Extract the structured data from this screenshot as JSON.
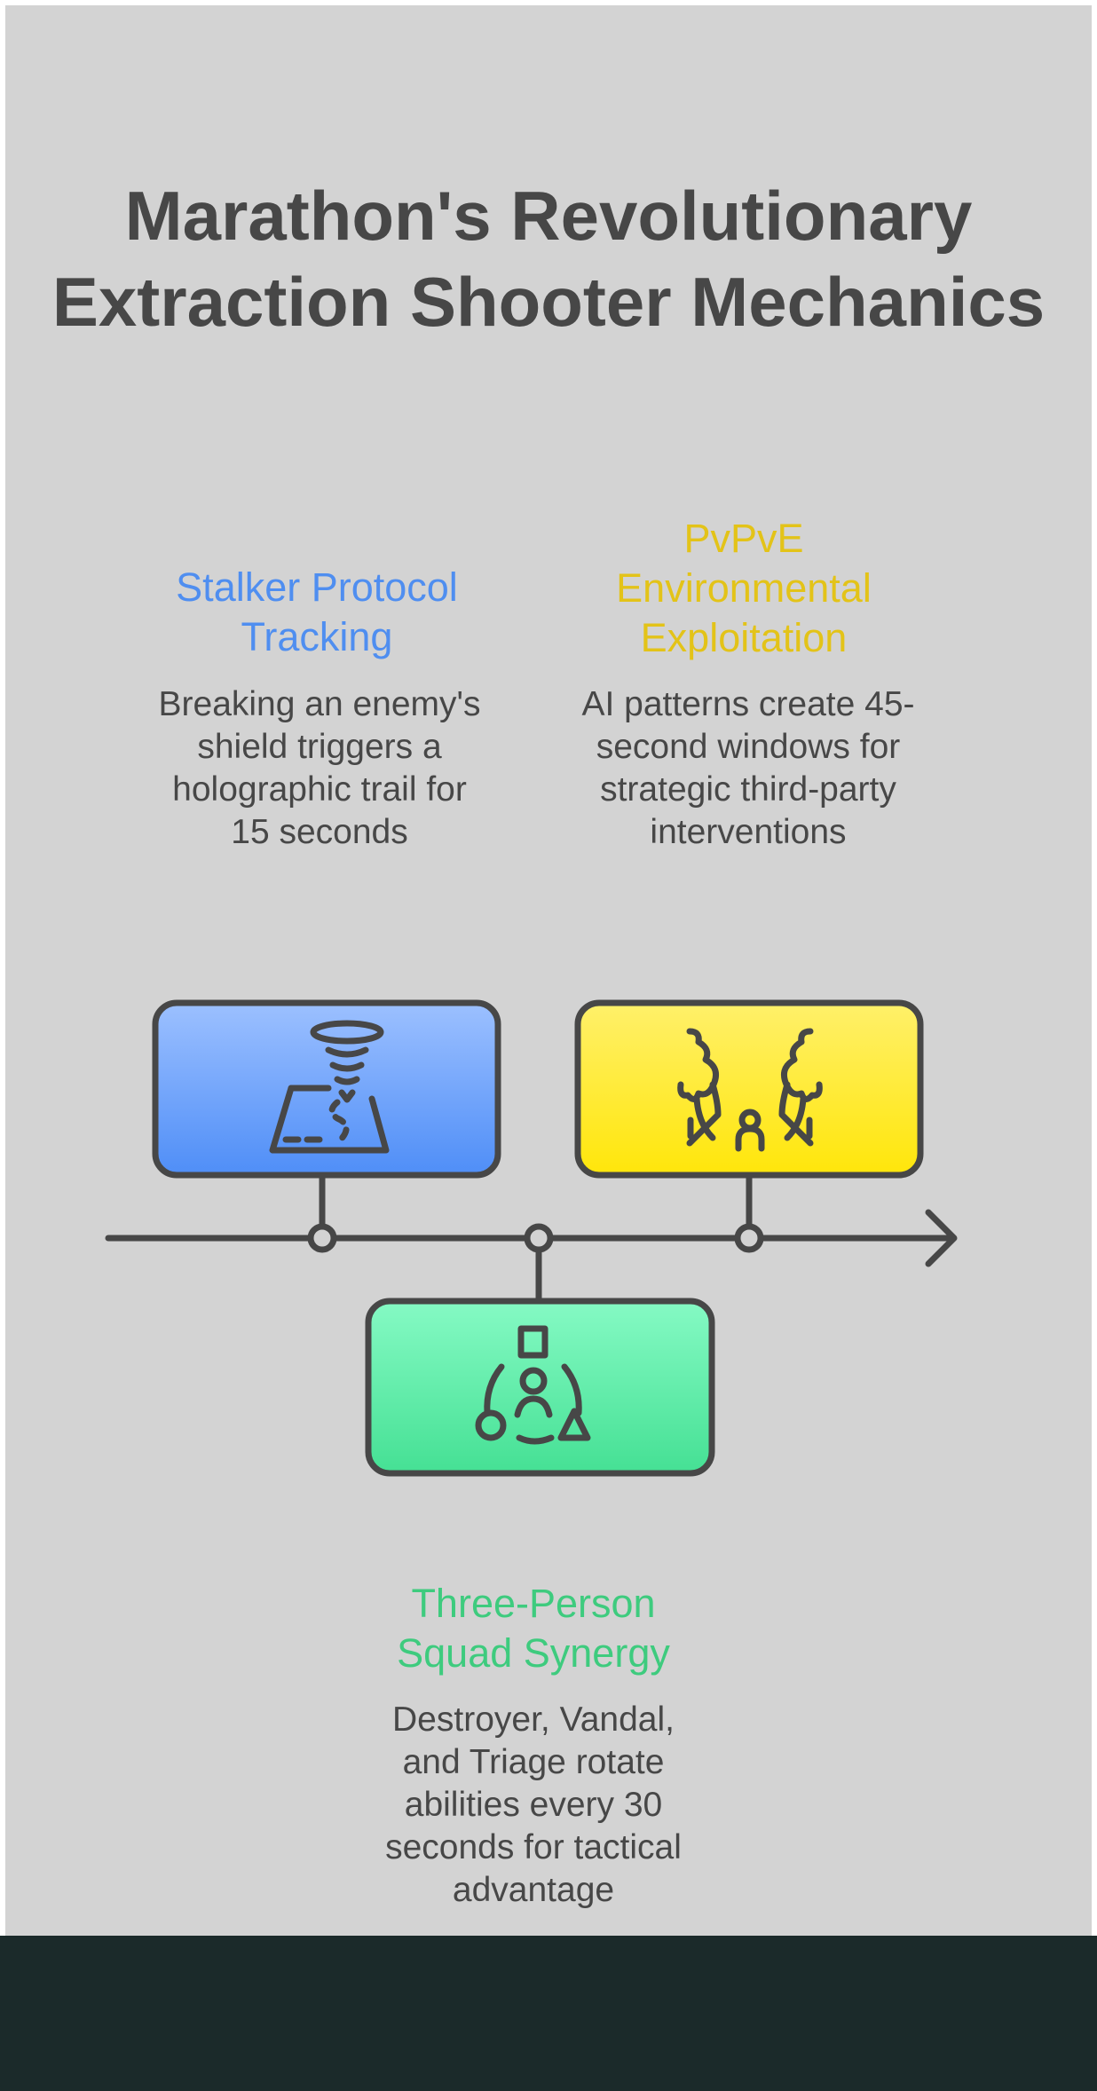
{
  "title": "Marathon's Revolutionary Extraction Shooter Mechanics",
  "colors": {
    "blue": "#4f8ef0",
    "yellow": "#e3c318",
    "green": "#3ecb7e",
    "text": "#474747",
    "background": "#d3d3d3",
    "footer": "#1b2a2a"
  },
  "events": [
    {
      "title": "Stalker Protocol Tracking",
      "description": "Breaking an enemy's shield triggers a holographic trail for 15 seconds",
      "icon": "tornado-map-trail-icon"
    },
    {
      "title": "PvPvE Environmental Exploitation",
      "description": "AI patterns create 45-second windows for strategic third-party interventions",
      "icon": "trees-person-icon"
    },
    {
      "title": "Three-Person Squad Synergy",
      "description": "Destroyer, Vandal, and Triage rotate abilities every 30 seconds for tactical advantage",
      "icon": "team-shapes-icon"
    }
  ]
}
